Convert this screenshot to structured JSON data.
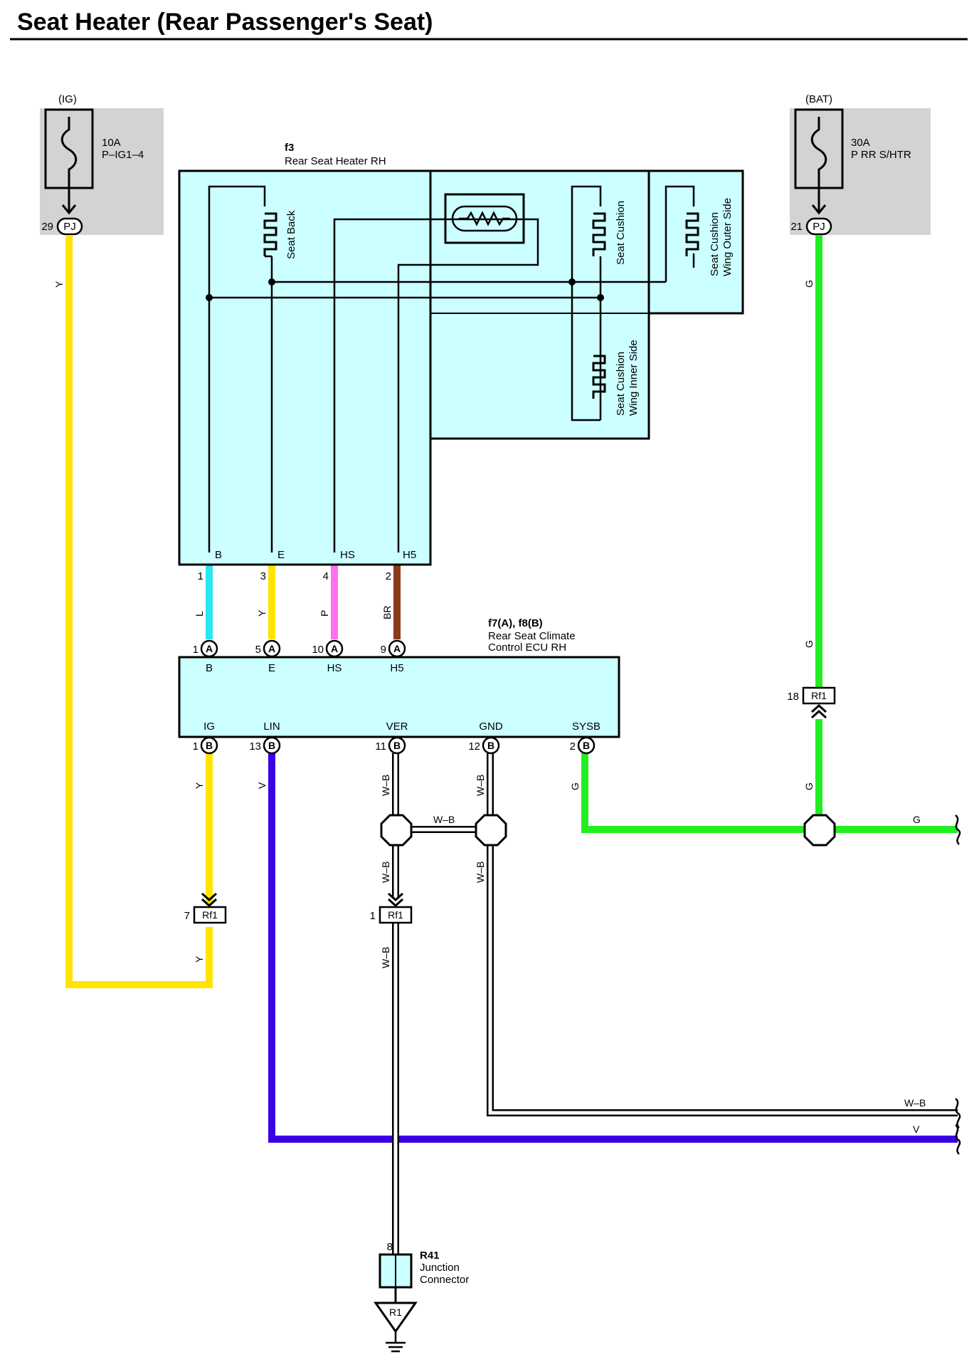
{
  "title": "Seat Heater (Rear Passenger's Seat)",
  "colors": {
    "yellow": "#FFE400",
    "green": "#22EE22",
    "violet": "#3C00E6",
    "light_blue": "#29E6F2",
    "pink": "#FF70F0",
    "brown": "#8B3A1A",
    "component_fill": "#CCFFFF",
    "fuse_box_fill": "#D3D3D3"
  },
  "fuse_ig": {
    "source": "(IG)",
    "rating": "10A",
    "name": "P–IG1–4",
    "pin": "29",
    "conn": "PJ"
  },
  "fuse_bat": {
    "source": "(BAT)",
    "rating": "30A",
    "name": "P RR S/HTR",
    "pin": "21",
    "conn": "PJ"
  },
  "heater": {
    "code": "f3",
    "name": "Rear Seat Heater RH",
    "elements": {
      "seat_back": "Seat Back",
      "seat_cushion": "Seat Cushion",
      "outer_line1": "Seat Cushion",
      "outer_line2": "Wing Outer Side",
      "inner_line1": "Seat Cushion",
      "inner_line2": "Wing Inner Side"
    },
    "terminals": [
      {
        "label": "B",
        "pin": "1",
        "wire": "L"
      },
      {
        "label": "E",
        "pin": "3",
        "wire": "Y"
      },
      {
        "label": "HS",
        "pin": "4",
        "wire": "P"
      },
      {
        "label": "H5",
        "pin": "2",
        "wire": "BR"
      }
    ]
  },
  "ecu": {
    "code": "f7(A), f8(B)",
    "name_line1": "Rear Seat Climate",
    "name_line2": "Control ECU RH",
    "top_pins": [
      {
        "label": "B",
        "pin": "1",
        "conn": "A"
      },
      {
        "label": "E",
        "pin": "5",
        "conn": "A"
      },
      {
        "label": "HS",
        "pin": "10",
        "conn": "A"
      },
      {
        "label": "H5",
        "pin": "9",
        "conn": "A"
      }
    ],
    "bottom_pins": [
      {
        "label": "IG",
        "pin": "1",
        "conn": "B",
        "wire": "Y"
      },
      {
        "label": "LIN",
        "pin": "13",
        "conn": "B",
        "wire": "V"
      },
      {
        "label": "VER",
        "pin": "11",
        "conn": "B",
        "wire": "W–B"
      },
      {
        "label": "GND",
        "pin": "12",
        "conn": "B",
        "wire": "W–B"
      },
      {
        "label": "SYSB",
        "pin": "2",
        "conn": "B",
        "wire": "G"
      }
    ]
  },
  "wires": {
    "ig_wire": "Y",
    "ig_wire_lower": "Y",
    "bat_wire": "G",
    "bat_wire_mid": "G",
    "bat_wire_low": "G",
    "green_right": "G",
    "splice_link": "W–B",
    "ver_low": "W–B",
    "gnd_low": "W–B",
    "ground_wire": "W–B",
    "wb_right": "W–B",
    "v_right": "V"
  },
  "connectors": {
    "rf1_ig": {
      "pin": "7",
      "name": "Rf1"
    },
    "rf1_ver": {
      "pin": "1",
      "name": "Rf1"
    },
    "rf1_bat": {
      "pin": "18",
      "name": "Rf1"
    }
  },
  "junction": {
    "code": "R41",
    "name_line1": "Junction",
    "name_line2": "Connector",
    "pin": "8"
  },
  "ground": {
    "label": "R1"
  }
}
